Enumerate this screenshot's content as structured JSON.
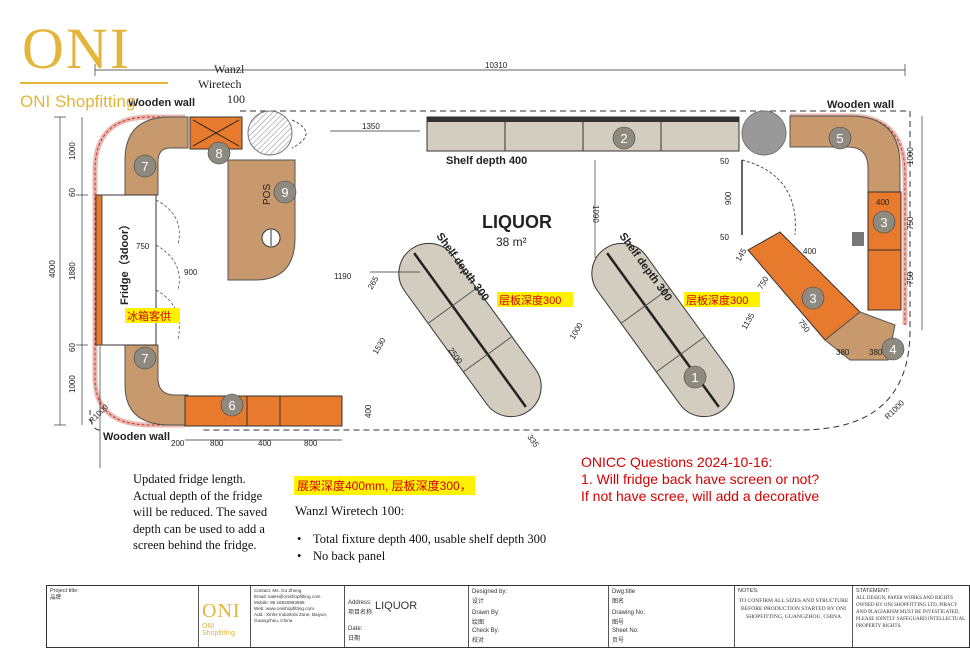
{
  "logo": {
    "main": "ONI",
    "sub": "ONI Shopfitting"
  },
  "plan": {
    "top_dim": "10310",
    "top_label_wanzl": [
      "Wanzl",
      "Wiretech",
      "100"
    ],
    "dim_1350": "1350",
    "wooden_wall_tl": "Wooden wall",
    "wooden_wall_tr": "Wooden wall",
    "wooden_wall_bl": "Wooden wall",
    "shelf_top": "Shelf depth 400",
    "shelf_diag_1": "Shelf depth 300",
    "shelf_diag_2": "Shelf depth 300",
    "cn_shelf_1": "层板深度300",
    "cn_shelf_2": "层板深度300",
    "room_name": "LIQUOR",
    "room_area": "38 m²",
    "fridge": "Fridge（3door）",
    "cn_fridge": "冰箱客供",
    "pos": "POS",
    "left_dims": [
      "1000",
      "60",
      "1880",
      "4000",
      "60",
      "1000"
    ],
    "dims_misc": {
      "d750": "750",
      "d900": "900",
      "d190": "1190",
      "d265": "265",
      "d1530": "1530",
      "d2500": "2500",
      "d335": "335",
      "d1000": "1000",
      "d1090": "1090",
      "d1135": "1135",
      "d400b": "400",
      "d200": "200",
      "d800a": "800",
      "d400": "400",
      "d800b": "800",
      "r1000a": "R1000",
      "r1000b": "R1000",
      "d50": "50",
      "d900r": "900",
      "d50b": "50",
      "d145": "145",
      "d750r": "750",
      "d750s": "750",
      "d380a": "380",
      "d380b": "380",
      "d400r": "400",
      "d750rr": "750",
      "d750rrr": "750",
      "d1000r": "1000",
      "d400top": "400"
    },
    "markers": [
      "1",
      "2",
      "3",
      "3",
      "4",
      "5",
      "6",
      "7",
      "7",
      "8",
      "9"
    ]
  },
  "notes": {
    "left": "Updated fridge length. Actual depth of the fridge will be reduced. The saved depth can be used to add a screen behind the fridge.",
    "highlight": "展架深度400mm, 层板深度300，",
    "spec_title": "Wanzl Wiretech 100:",
    "spec_items": [
      "Total fixture depth 400, usable shelf depth 300",
      "No back panel"
    ],
    "questions": [
      "ONICC Questions 2024-10-16:",
      "1. Will fridge back have screen or not?",
      "If not have scree, will add a decorative"
    ]
  },
  "title_block": {
    "project_title": "Project title:",
    "project_title_cn": "品牌",
    "contact_lines": [
      "Contact: Ms. Gu Zheng",
      "Email: sales@onishopfitting.com",
      "Mobile: 86 18620963596",
      "Web: www.onishopfitting.com",
      "Add.: Xinhe Industrial Zone, Baiyun,",
      "Guangzhou, China"
    ],
    "tb_logo": "ONI",
    "tb_logo_sub": "ONI Shopfitting",
    "address_label": "Address:",
    "address_cn": "项目名称",
    "address_value": "LIQUOR",
    "date_label": "Date:",
    "date_cn": "日期",
    "designed_by": "Designed by:",
    "designed_cn": "设计",
    "drawn_by": "Drawn By:",
    "drawn_cn": "绘图",
    "check_by": "Check By:",
    "check_cn": "校对",
    "dwg_title": "Dwg.title",
    "dwg_title_cn": "图名",
    "drawing_no": "Drawing No:",
    "drawing_no_cn": "图号",
    "sheet_no": "Sheet No:",
    "sheet_no_cn": "页号",
    "notes_label": "NOTES:",
    "notes_text": "TO CONFIRM ALL SIZES AND STRUCTURE BEFORE PRODUCTION STARTED BY ONI SHOPFITTING, GUANGZHOU, CHINA",
    "statement_label": "STATEMENT:",
    "statement_text": "ALL DESIGN, PAPER WORKS AND RIGHTS OWNED BY ONI SHOPFITTING LTD, PIRACY AND PLAGIARISM MUST BE INVESTIGATED, PLEASE JOINTLY SAFEGUARD INTELLECTUAL PROPERTY RIGHTS."
  },
  "colors": {
    "orange": "#e77a2c",
    "wood": "#c8996c",
    "grey_shelf": "#d2cdbf",
    "gold": "#e3b53a",
    "red": "#d40000"
  }
}
